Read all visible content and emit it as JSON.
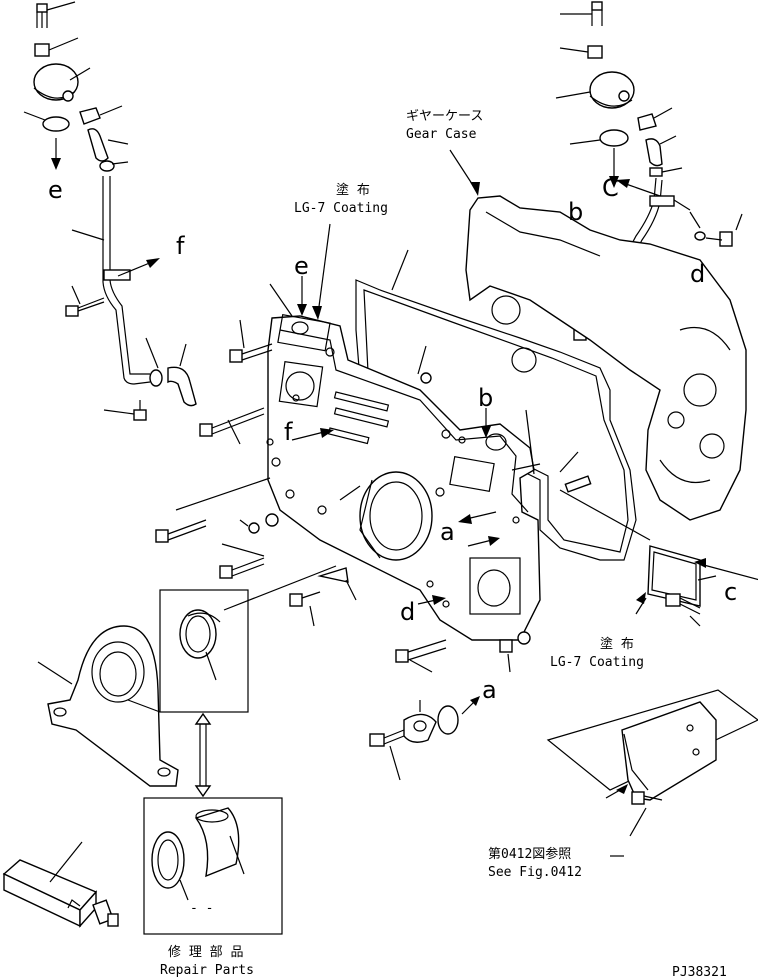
{
  "labels": {
    "gear_case_jp": "ギヤーケース",
    "gear_case_en": "Gear Case",
    "coating_top_jp": "塗 布",
    "coating_top_en": "LG-7 Coating",
    "coating_bottom_jp": "塗 布",
    "coating_bottom_en": "LG-7 Coating",
    "see_fig_jp": "第0412図参照",
    "see_fig_en": "See Fig.0412",
    "repair_jp": "修 理 部 品",
    "repair_en": "Repair Parts",
    "repair_dash": "- -",
    "drawing_no": "PJ38321"
  },
  "callouts": {
    "e_left": "e",
    "e_center": "e",
    "f_left": "f",
    "f_center": "f",
    "b_right": "b",
    "b_center": "b",
    "c_right": "C",
    "c_lower": "c",
    "d_right": "d",
    "d_center": "d",
    "a_center": "a",
    "a_lower": "a"
  }
}
